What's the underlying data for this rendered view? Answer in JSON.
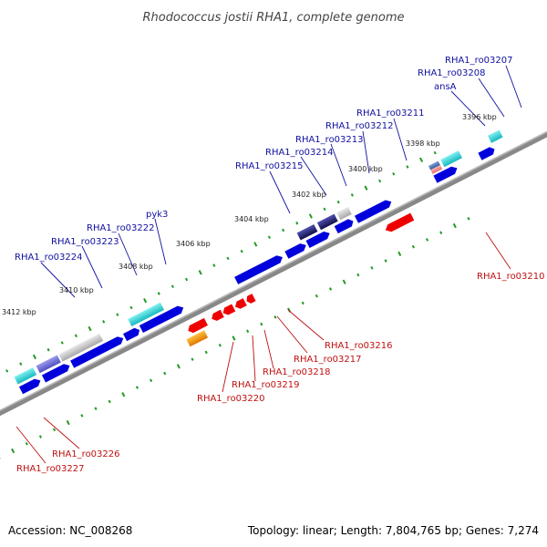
{
  "title": "Rhodococcus jostii RHA1, complete genome",
  "footer": {
    "accession": "Accession: NC_008268",
    "summary": "Topology: linear; Length: 7,804,765 bp; Genes: 7,274"
  },
  "scale_labels": [
    "3396 kbp",
    "3398 kbp",
    "3400 kbp",
    "3402 kbp",
    "3404 kbp",
    "3406 kbp",
    "3408 kbp",
    "3410 kbp",
    "3412 kbp"
  ],
  "genes_top": [
    "RHA1_ro03207",
    "RHA1_ro03208",
    "ansA",
    "RHA1_ro03211",
    "RHA1_ro03212",
    "RHA1_ro03213",
    "RHA1_ro03214",
    "RHA1_ro03215",
    "pyk3",
    "RHA1_ro03222",
    "RHA1_ro03223",
    "RHA1_ro03224"
  ],
  "genes_bottom": [
    "RHA1_ro03210",
    "RHA1_ro03216",
    "RHA1_ro03217",
    "RHA1_ro03218",
    "RHA1_ro03219",
    "RHA1_ro03220",
    "RHA1_ro03226",
    "RHA1_ro03227"
  ],
  "colors": {
    "forward_gene": "#0000dd",
    "reverse_gene": "#ee0000",
    "backbone": "#888888",
    "scale_ticks": "#229922",
    "label_forward": "#1010a0",
    "label_reverse": "#c01010"
  }
}
